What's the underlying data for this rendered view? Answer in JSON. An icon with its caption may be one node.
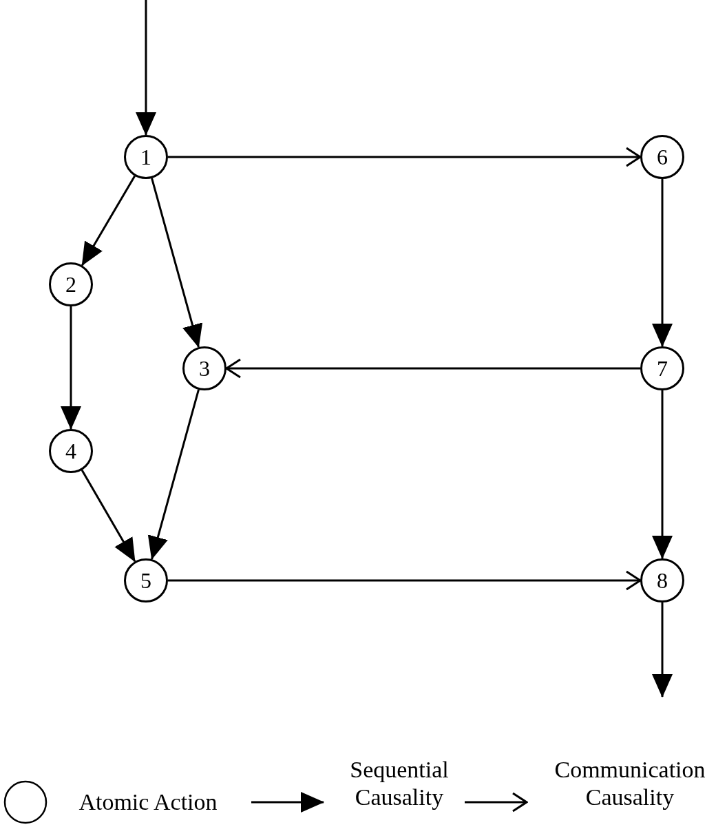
{
  "diagram": {
    "nodes": [
      {
        "text": [
          "1"
        ]
      },
      {
        "text": [
          "2"
        ]
      },
      {
        "text": [
          "3"
        ]
      },
      {
        "text": [
          "4"
        ]
      },
      {
        "text": [
          "5"
        ]
      },
      {
        "text": [
          "6"
        ]
      },
      {
        "text": [
          "7"
        ]
      },
      {
        "text": [
          "8"
        ]
      }
    ],
    "edges": [
      {
        "from": null,
        "to": 0,
        "arrow": "to"
      },
      {
        "from": 0,
        "to": 5,
        "arrow": "to"
      },
      {
        "from": 0,
        "to": 1,
        "arrow": "to"
      },
      {
        "from": 0,
        "to": 2,
        "arrow": "to"
      },
      {
        "from": 1,
        "to": 3,
        "arrow": "to"
      },
      {
        "from": 2,
        "to": 4,
        "arrow": "to"
      },
      {
        "from": 3,
        "to": 4,
        "arrow": "to"
      },
      {
        "from": 5,
        "to": 6,
        "arrow": "to"
      },
      {
        "from": 6,
        "to": 2,
        "arrow": "to"
      },
      {
        "from": 6,
        "to": 7,
        "arrow": "to"
      },
      {
        "from": 4,
        "to": 7,
        "arrow": "to"
      },
      {
        "from": 7,
        "to": null,
        "arrow": "to"
      }
    ],
    "legend": [
      {
        "text": "Atomic Action"
      },
      {
        "text": "Sequential Causality"
      },
      {
        "text": "Communication Causality"
      }
    ]
  }
}
